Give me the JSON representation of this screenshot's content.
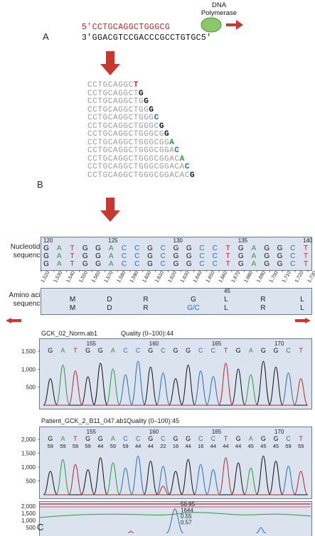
{
  "panel_a": {
    "letter": "A",
    "primer": "5'CCTGCAGGCTGGGCG",
    "template": "3'GGACGTCCGACCCGCCTGTGC5'",
    "polymerase_label": "DNA Polymerase",
    "colors": {
      "primer": "#c0262b",
      "polymerase": "#8cc86b",
      "arrow": "#c8382e"
    }
  },
  "panel_b": {
    "letter": "B",
    "base": "CCTGCAGGC",
    "fragments": [
      {
        "grey": "CCTGCAGGC",
        "end": "T"
      },
      {
        "grey": "CCTGCAGGCT",
        "end": "G"
      },
      {
        "grey": "CCTGCAGGCTG",
        "end": "G"
      },
      {
        "grey": "CCTGCAGGCTGG",
        "end": "G"
      },
      {
        "grey": "CCTGCAGGCTGGG",
        "end": "C"
      },
      {
        "grey": "CCTGCAGGCTGGGC",
        "end": "G"
      },
      {
        "grey": "CCTGCAGGCTGGGCG",
        "end": "G"
      },
      {
        "grey": "CCTGCAGGCTGGGCGG",
        "end": "A"
      },
      {
        "grey": "CCTGCAGGCTGGGCGGA",
        "end": "C"
      },
      {
        "grey": "CCTGCAGGCTGGGCGGAC",
        "end": "A"
      },
      {
        "grey": "CCTGCAGGCTGGGCGGACA",
        "end": "C"
      },
      {
        "grey": "CCTGCAGGCTGGGCGGACAC",
        "end": "G"
      }
    ]
  },
  "panel_c": {
    "letter": "C",
    "nucleotide_label_1": "Nucleotide",
    "nucleotide_label_2": "sequence",
    "amino_label_1": "Amino acid",
    "amino_label_2": "sequence",
    "position_numbers": [
      "120",
      "125",
      "130",
      "135",
      "140"
    ],
    "sequence": "GATGGACCGCGGCCTGAGGCT",
    "rows": 3,
    "axis_ticks": [
      "1,520",
      "1,530",
      "1,540",
      "1,550",
      "1,560",
      "1,570",
      "1,580",
      "1,590",
      "1,600",
      "1,610",
      "1,620",
      "1,630",
      "1,640",
      "1,650",
      "1,660",
      "1,670",
      "1,680",
      "1,690",
      "1,700",
      "1,710",
      "1,720",
      "1,730"
    ],
    "amino_pos": "45",
    "amino_row1": [
      "M",
      "D",
      "R",
      "G",
      "L",
      "R",
      "L"
    ],
    "amino_row2": [
      "M",
      "D",
      "R",
      "G/C",
      "L",
      "R",
      "L"
    ],
    "trace1": {
      "file": "GCK_02_Norm.ab1",
      "quality": "Quality (0–100):44",
      "numbers": [
        "155",
        "160",
        "165",
        "170"
      ],
      "y_ticks": [
        "1,500",
        "1,000",
        "500"
      ]
    },
    "trace2": {
      "file": "Patient_GCK_2_B11_047.ab1",
      "quality": "Quality (0–100):45",
      "numbers": [
        "155",
        "160",
        "165",
        "170"
      ],
      "y_ticks": [
        "2,000",
        "1,500",
        "1,000",
        "500"
      ],
      "qv": [
        "59",
        "59",
        "59",
        "59",
        "44",
        "59",
        "59",
        "44",
        "44",
        "22",
        "16",
        "44",
        "16",
        "44",
        "44",
        "44",
        "45",
        "45",
        "45",
        "59",
        "59"
      ]
    },
    "trace3": {
      "y_ticks": [
        "2,000",
        "1,500",
        "1,000",
        "500"
      ],
      "readout": [
        "50.95",
        "1644",
        "0.55",
        "0.57"
      ]
    },
    "base_colors": {
      "A": "#2e9a3c",
      "C": "#2a6fb5",
      "G": "#111111",
      "T": "#c0262b"
    }
  }
}
